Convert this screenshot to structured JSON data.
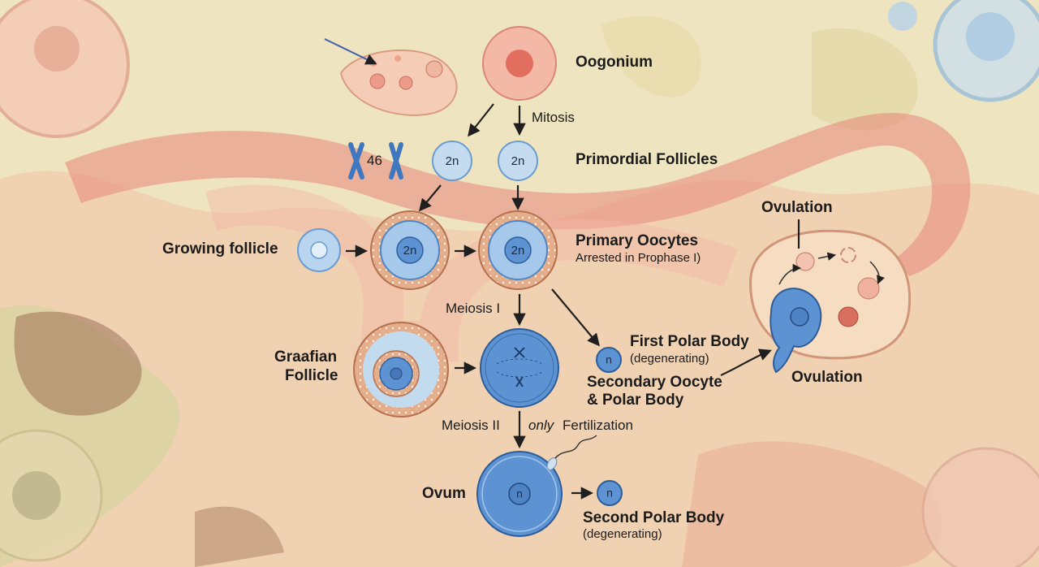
{
  "labels": {
    "oogonium": "Oogonium",
    "mitosis": "Mitosis",
    "chromosome_count": "46",
    "primordial_follicles": "Primordial Follicles",
    "growing_follicle": "Growing follicle",
    "primary_oocytes": "Primary Oocytes",
    "primary_oocytes_note": "Arrested in Prophase I)",
    "meiosis_1": "Meiosis I",
    "first_polar_body": "First Polar Body",
    "first_polar_body_note": "(degenerating)",
    "graafian_line1": "Graafian",
    "graafian_line2": "Follicle",
    "secondary_oocyte_line1": "Secondary Oocyte",
    "secondary_oocyte_line2": "& Polar Body",
    "meiosis_2": "Meiosis II",
    "only_word": "only",
    "fertilization": "Fertilization",
    "ovum": "Ovum",
    "second_polar_body": "Second Polar Body",
    "second_polar_body_note": "(degenerating)",
    "ovulation_top": "Ovulation",
    "ovulation_bottom": "Ovulation"
  },
  "cells": {
    "diploid": "2n",
    "haploid": "n"
  },
  "colors": {
    "background": "#efe4c0",
    "tissue_pink": "#f2b8a6",
    "cell_blue": "#5b8fd0",
    "cell_light_blue": "#b9d6ee",
    "follicle_ring": "#e9b592",
    "oogonium_red": "#e8786c"
  }
}
